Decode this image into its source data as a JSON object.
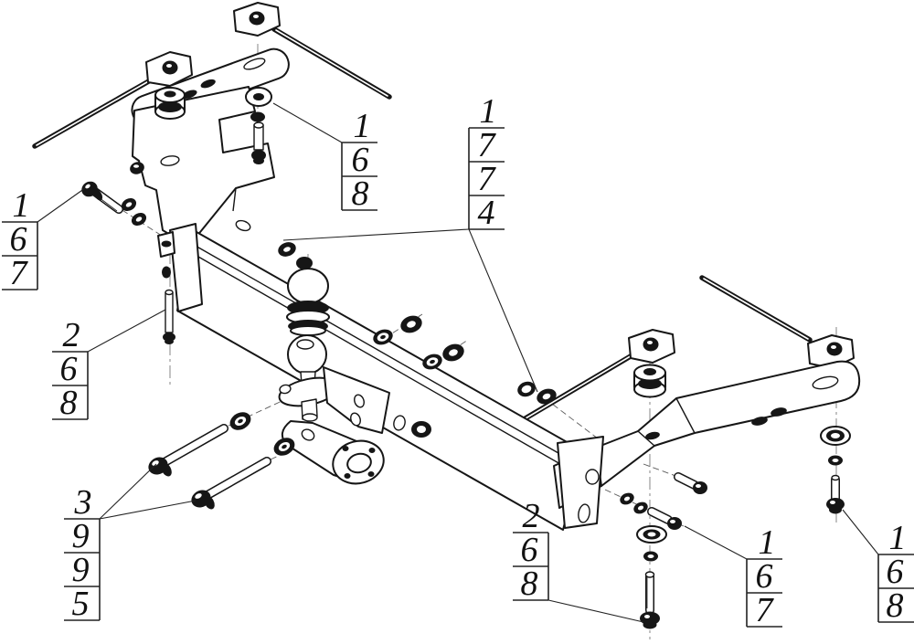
{
  "colors": {
    "line": "#161616",
    "background": "#ffffff"
  },
  "callouts": [
    {
      "id": "left",
      "ref": "1",
      "parts": [
        "6",
        "7"
      ]
    },
    {
      "id": "left-middle",
      "ref": "2",
      "parts": [
        "6",
        "8"
      ]
    },
    {
      "id": "bottom-left",
      "ref": "3",
      "parts": [
        "9",
        "9",
        "5"
      ]
    },
    {
      "id": "top-middle",
      "ref": "1",
      "parts": [
        "6",
        "8"
      ]
    },
    {
      "id": "middle",
      "ref": "1",
      "parts": [
        "7",
        "7",
        "4"
      ]
    },
    {
      "id": "bottom-middle",
      "ref": "2",
      "parts": [
        "6",
        "8"
      ]
    },
    {
      "id": "bottom-right",
      "ref": "1",
      "parts": [
        "6",
        "7"
      ]
    },
    {
      "id": "far-right",
      "ref": "1",
      "parts": [
        "6",
        "8"
      ]
    }
  ]
}
